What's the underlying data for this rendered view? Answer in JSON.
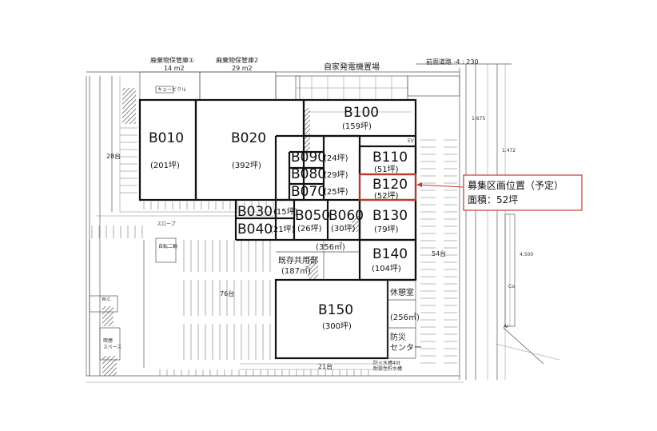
{
  "top_labels": {
    "waste1": "廃棄物保管庫①",
    "waste1_area": "14 m2",
    "waste2": "廃棄物保管庫2",
    "waste2_area": "29 m2",
    "generator": "自家発電機置場",
    "road": "前面道路 -4 : 230",
    "cubicle": "キュービクル"
  },
  "units": [
    {
      "id": "b010",
      "code": "B010",
      "area": "(201坪)"
    },
    {
      "id": "b020",
      "code": "B020",
      "area": "(392坪)"
    },
    {
      "id": "b100",
      "code": "B100",
      "area": "(159坪)"
    },
    {
      "id": "b090",
      "code": "B090",
      "area": "(24坪)"
    },
    {
      "id": "b080",
      "code": "B080",
      "area": "(29坪)"
    },
    {
      "id": "b070",
      "code": "B070",
      "area": "(25坪)"
    },
    {
      "id": "b110",
      "code": "B110",
      "area": "(51坪)"
    },
    {
      "id": "b120",
      "code": "B120",
      "area": "(52坪)"
    },
    {
      "id": "b030",
      "code": "B030",
      "area": "(15坪)"
    },
    {
      "id": "b040",
      "code": "B040",
      "area": "(21坪)"
    },
    {
      "id": "b050",
      "code": "B050",
      "area": "(26坪)"
    },
    {
      "id": "b060",
      "code": "B060",
      "area": "(30坪)"
    },
    {
      "id": "b130",
      "code": "B130",
      "area": "(79坪)"
    },
    {
      "id": "b140",
      "code": "B140",
      "area": "(104坪)"
    },
    {
      "id": "b150",
      "code": "B150",
      "area": "(300坪)"
    }
  ],
  "common": {
    "corridor_area": "(356㎡)",
    "existing_common": "既存共用部",
    "existing_common_area": "(187㎡)",
    "lounge": "休憩室",
    "lounge_area": "(256㎡)",
    "disaster_center": "防災\nセンター",
    "disaster_line1": "防災",
    "disaster_line2": "センター",
    "fire_tank": "防火水槽40t",
    "fire_tank2": "耐震性貯水槽",
    "elevator": "EV",
    "ramp": "スロープ"
  },
  "parking": {
    "p28": "28台",
    "p76": "76台",
    "p54": "54台",
    "p21": "21台",
    "bike": "自転二輪",
    "wc": "W.C",
    "smoking": "喫煙",
    "smoking_space": "スペース"
  },
  "callout": {
    "title": "募集区画位置（予定）",
    "area": "面積：52坪",
    "color": "#c0392b"
  },
  "colors": {
    "highlight": "#c0392b",
    "hatch": "#666666"
  }
}
